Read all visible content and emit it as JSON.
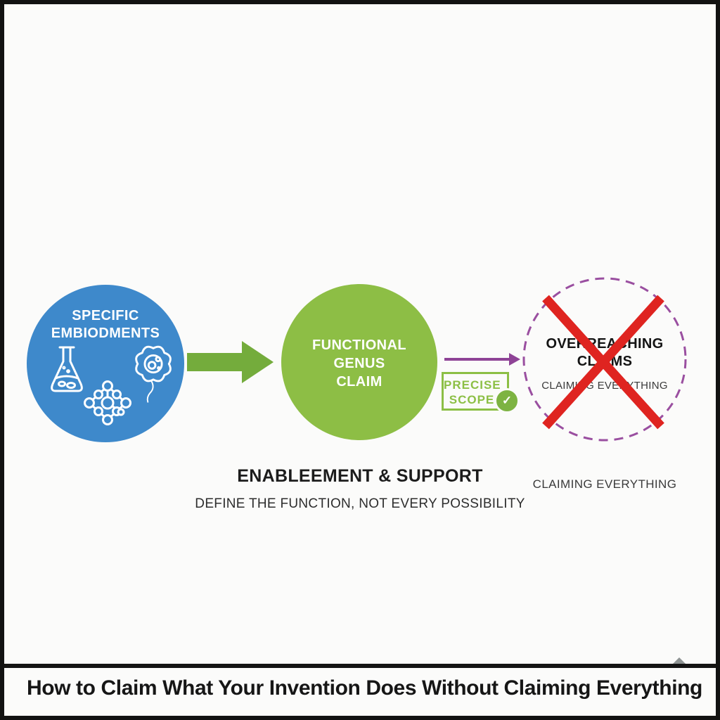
{
  "palette": {
    "background": "#FBFBFA",
    "frame": "#121212",
    "blue": "#3E89CB",
    "green": "#8DBE45",
    "arrow_green": "#74AC3C",
    "purple": "#8E4396",
    "dashed_purple": "#9A4FA0",
    "red": "#DF2420"
  },
  "diagram": {
    "specific": {
      "line1": "SPECIFIC",
      "line2": "EMBIODMENTS",
      "icons": [
        "flask-icon",
        "molecule-icon",
        "cell-icon"
      ]
    },
    "functional": {
      "line1": "FUNCTIONAL",
      "line2": "GENUS",
      "line3": "CLAIM"
    },
    "scope_badge": {
      "line1": "PRECISE",
      "line2": "SCOPE",
      "check": "✓"
    },
    "overreaching": {
      "line1": "OVERREACHING",
      "line2": "CLAIMS",
      "subtitle": "CLAIMING EVERYTHING"
    },
    "caption": {
      "heading": "ENABLEEMENT & SUPPORT",
      "subheading": "DEFINE THE FUNCTION, NOT EVERY POSSIBILITY"
    },
    "right_caption": "CLAIMING EVERYTHING"
  },
  "footer": {
    "title": "How to Claim What Your Invention Does Without Claiming Everything"
  }
}
